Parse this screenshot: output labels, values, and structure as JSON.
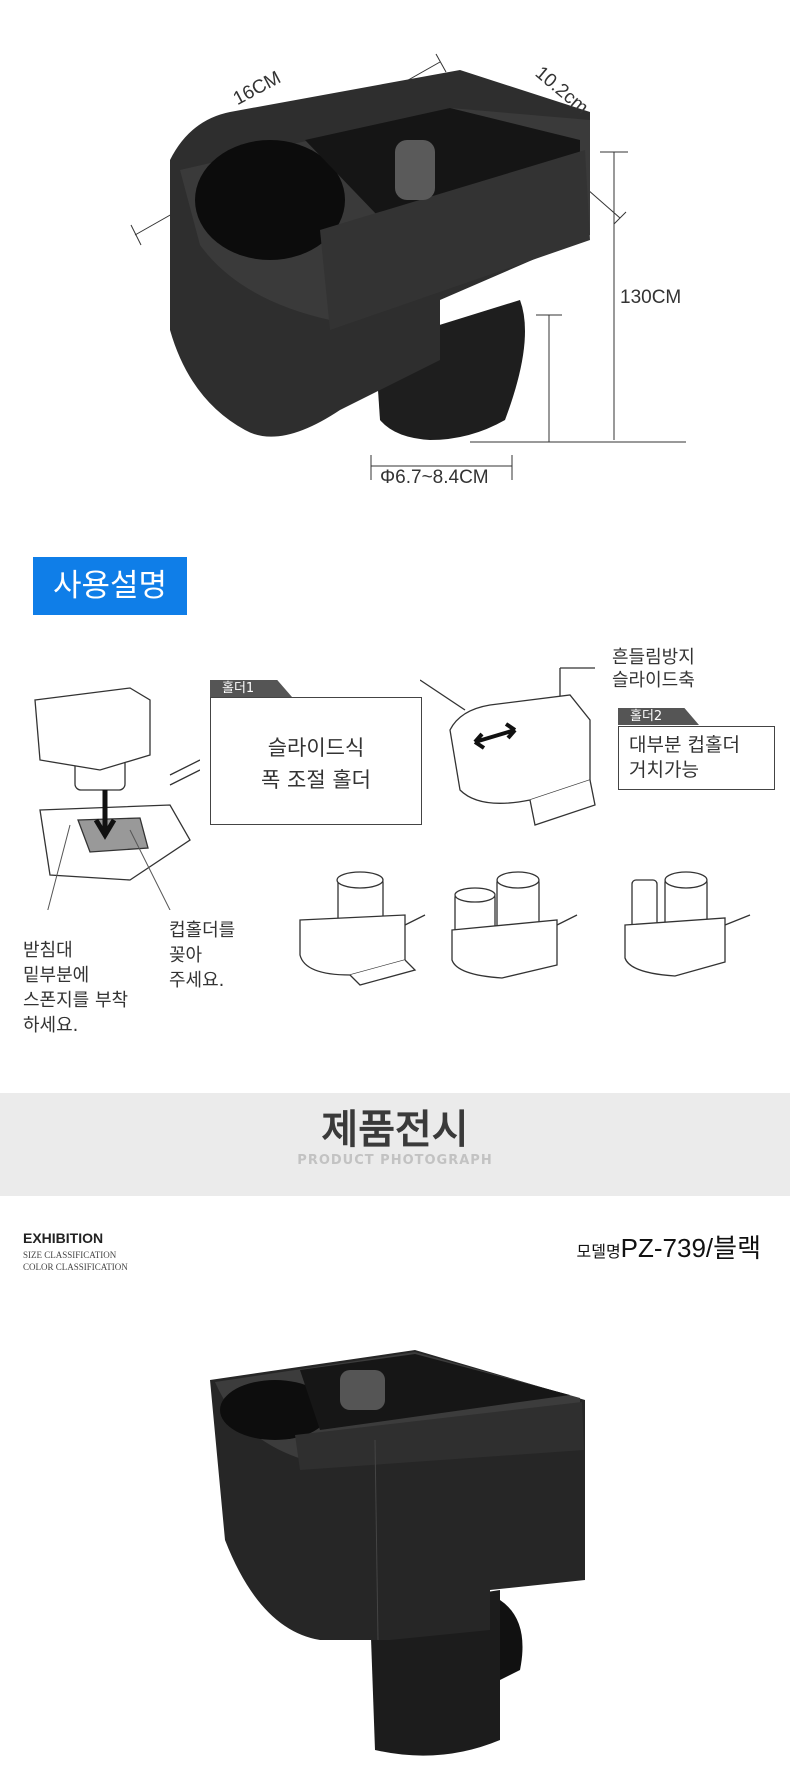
{
  "dimensions": {
    "width": "16CM",
    "depth": "10.2cm",
    "height": "130CM",
    "diameter": "Φ6.7~8.4CM"
  },
  "instructions": {
    "heading": "사용설명",
    "anti_shake": [
      "흔들림방지",
      "슬라이드축"
    ],
    "holder1": {
      "tab": "홀더1",
      "lines": [
        "슬라이드식",
        "폭 조절 홀더"
      ]
    },
    "holder2": {
      "tab": "홀더2",
      "lines": [
        "대부분 컵홀더",
        "거치가능"
      ]
    },
    "sponge_note": [
      "받침대",
      "밑부분에",
      "스폰지를 부착",
      "하세요."
    ],
    "insert_note": [
      "컵홀더를",
      "꽂아",
      "주세요."
    ]
  },
  "exhibition_band": {
    "title": "제품전시",
    "subtitle": "PRODUCT PHOTOGRAPH"
  },
  "exhibition": {
    "heading": "EXHIBITION",
    "size": "SIZE CLASSIFICATION",
    "color": "COLOR CLASSIFICATION",
    "model_label": "모델명",
    "model_value": "PZ-739/블랙"
  },
  "colors": {
    "accent": "#0f7ee8",
    "band": "#ebebeb",
    "product": "#2b2b2b"
  }
}
